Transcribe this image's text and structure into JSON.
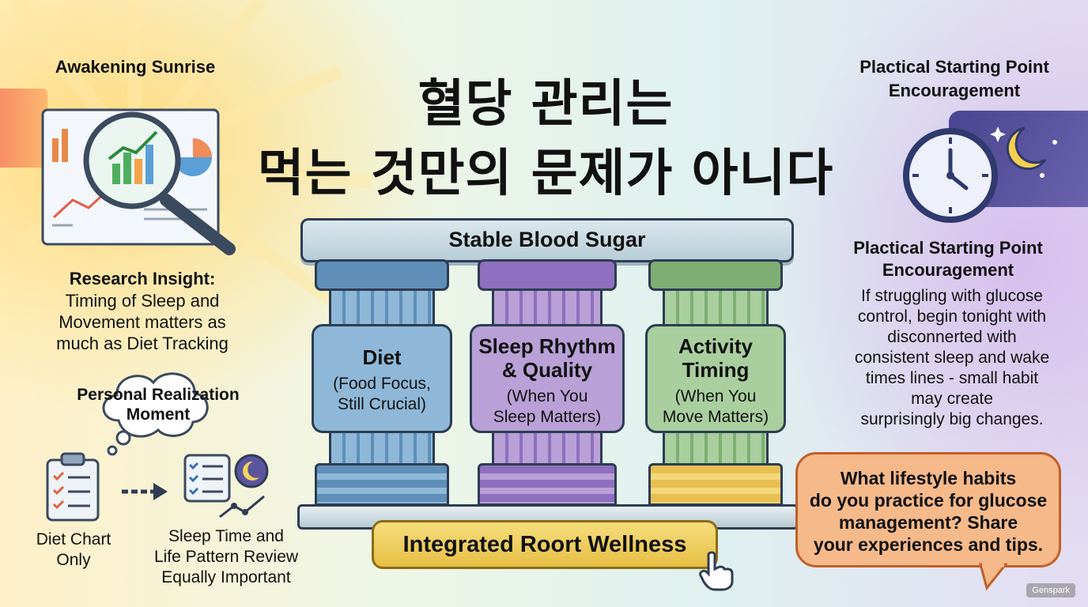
{
  "title": {
    "line1": "혈당 관리는",
    "line2": "먹는 것만의 문제가 아니다"
  },
  "left": {
    "sunrise_label": "Awakening Sunrise",
    "research_heading": "Research Insight:",
    "research_body": [
      "Timing of Sleep and",
      "Movement matters as",
      "much as Diet Tracking"
    ],
    "realization": [
      "Personal Realization",
      "Moment"
    ],
    "diet_chart": [
      "Diet Chart",
      "Only"
    ],
    "sleep_review": [
      "Sleep Time and",
      "Life Pattern Review",
      "Equally Important"
    ]
  },
  "right": {
    "top_label": [
      "Plactical Starting Point",
      "Encouragement"
    ],
    "heading": [
      "Plactical Starting Point",
      "Encouragement"
    ],
    "body": [
      "If struggling with glucose",
      "control, begin tonight with",
      "disconnerted with",
      "consistent sleep and wake",
      "times lines - small habit",
      "may create",
      "surprisingly big changes."
    ],
    "question": [
      "What lifestyle habits",
      "do you practice for glucose",
      "management? Share",
      "your experiences and tips."
    ]
  },
  "temple": {
    "beam": "Stable Blood Sugar",
    "base": "Integrated Roort Wellness",
    "pillars": [
      {
        "title": "Diet",
        "sub": [
          "(Food Focus,",
          "Still Crucial)"
        ],
        "color": "#8fb8d8",
        "cap": "#5f8fb8"
      },
      {
        "title": [
          "Sleep Rhythm",
          "& Quality"
        ],
        "sub": [
          "(When You",
          "Sleep Matters)"
        ],
        "color": "#b9a0d6",
        "cap": "#8f6fbf"
      },
      {
        "title": [
          "Activity",
          "Timing"
        ],
        "sub": [
          "(When You",
          "Move Matters)"
        ],
        "color": "#a9cf9e",
        "cap": "#7fae74"
      }
    ]
  },
  "icons": [
    "magnifier-chart-icon",
    "clock-icon",
    "moon-icon",
    "checklist-icon",
    "arrow-right-icon",
    "pointer-hand-icon",
    "thought-cloud-icon"
  ],
  "watermark": "Genspark"
}
